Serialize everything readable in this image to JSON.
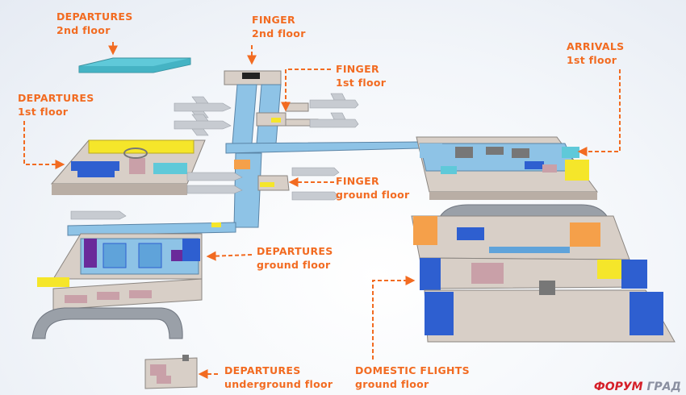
{
  "labels": {
    "departures_2nd": {
      "line1": "DEPARTURES",
      "line2": "2nd floor"
    },
    "finger_2nd": {
      "line1": "FINGER",
      "line2": "2nd floor"
    },
    "finger_1st": {
      "line1": "FINGER",
      "line2": "1st floor"
    },
    "arrivals_1st": {
      "line1": "ARRIVALS",
      "line2": "1st floor"
    },
    "departures_1st": {
      "line1": "DEPARTURES",
      "line2": "1st floor"
    },
    "finger_ground": {
      "line1": "FINGER",
      "line2": "ground floor"
    },
    "departures_ground": {
      "line1": "DEPARTURES",
      "line2": "ground floor"
    },
    "departures_underground": {
      "line1": "DEPARTURES",
      "line2": "underground floor"
    },
    "domestic_ground": {
      "line1": "DOMESTIC FLIGHTS",
      "line2": "ground floor"
    }
  },
  "logo": {
    "part1": "ФОРУМ",
    "part2": "ГРАД"
  },
  "colors": {
    "label": "#f26b21",
    "floor": "#d8cfc7",
    "finger_blue": "#8ec3e6",
    "pool_blue": "#5fa3da",
    "dark_blue": "#2e5fd0",
    "cyan": "#5fc9d9",
    "yellow": "#f5e62a",
    "orange": "#f5a04a",
    "purple": "#6a2a9a",
    "pink": "#c9a0a8",
    "road": "#9aa0a8",
    "logo_red": "#d51f28",
    "logo_grey": "#8a8fa0"
  }
}
